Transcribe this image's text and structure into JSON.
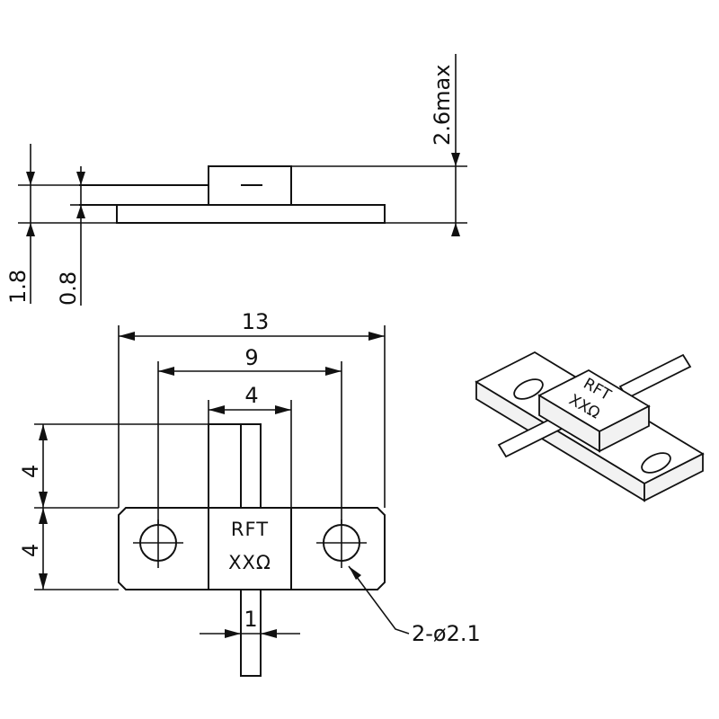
{
  "side_view": {
    "dim_height_max": "2.6max",
    "dim_total": "1.8",
    "dim_flange": "0.8"
  },
  "top_view": {
    "dim_length": "13",
    "dim_hole_spacing": "9",
    "dim_body_width": "4",
    "dim_tab_length": "4",
    "dim_flange_half": "4",
    "dim_lead_width": "1",
    "hole_note": "2-ø2.1",
    "marking_line1": "RFT",
    "marking_line2": "XXΩ"
  },
  "iso_view": {
    "marking_line1": "RFT",
    "marking_line2": "XXΩ"
  }
}
